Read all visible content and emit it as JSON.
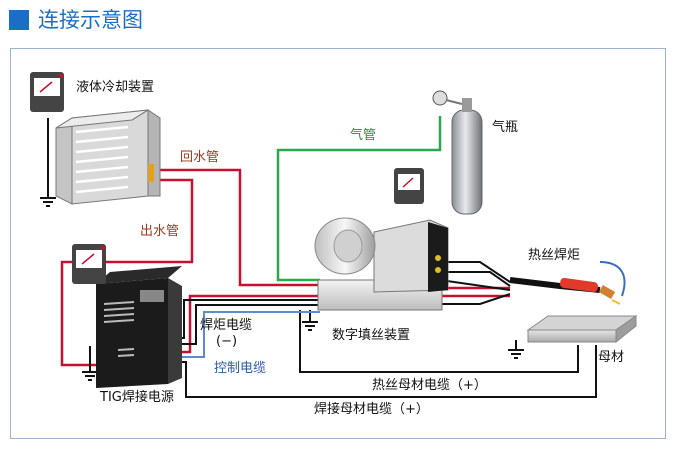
{
  "header": {
    "title": "连接示意图",
    "accent_color": "#1a6fc4"
  },
  "colors": {
    "water": "#c8102e",
    "gas": "#2aa84a",
    "control": "#5b8bd0",
    "cable": "#111111"
  },
  "labels": {
    "cooler": "液体冷却装置",
    "return_water": "回水管",
    "outlet_water": "出水管",
    "gas_pipe": "气管",
    "gas_bottle": "气瓶",
    "hotwire_torch": "热丝焊炬",
    "torch_cable": "焊炬电缆",
    "torch_cable_sign": "(−)",
    "control_cable": "控制电缆",
    "wire_feeder": "数字填丝装置",
    "base_metal": "母材",
    "tig_power": "TIG焊接电源",
    "hotwire_base_cable": "热丝母材电缆（+）",
    "weld_base_cable": "焊接母材电缆（+）"
  }
}
